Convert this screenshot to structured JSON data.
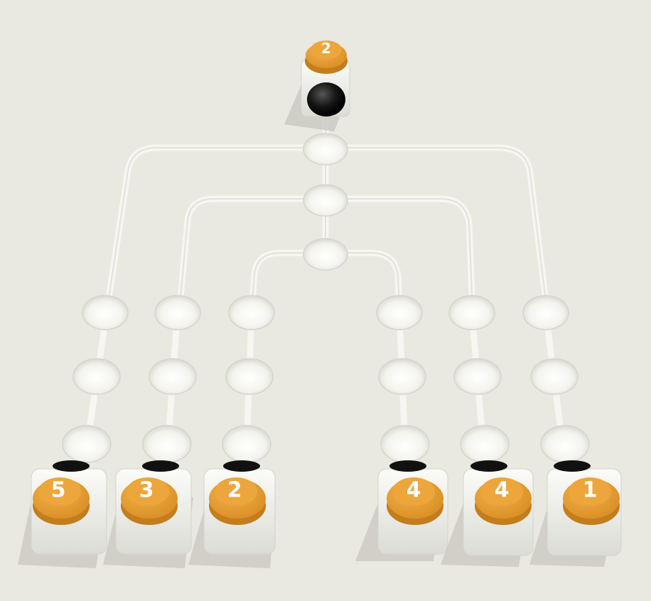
{
  "game": {
    "source_number": "2",
    "bins": [
      {
        "id": "bin-1",
        "number": "5"
      },
      {
        "id": "bin-2",
        "number": "3"
      },
      {
        "id": "bin-3",
        "number": "2"
      },
      {
        "id": "bin-4",
        "number": "4"
      },
      {
        "id": "bin-5",
        "number": "4"
      },
      {
        "id": "bin-6",
        "number": "1"
      }
    ]
  },
  "colors": {
    "background": "#e9e8e1",
    "button_orange": "#e39a2f",
    "track_white": "#f4f4ef",
    "ball_black": "#111111"
  }
}
